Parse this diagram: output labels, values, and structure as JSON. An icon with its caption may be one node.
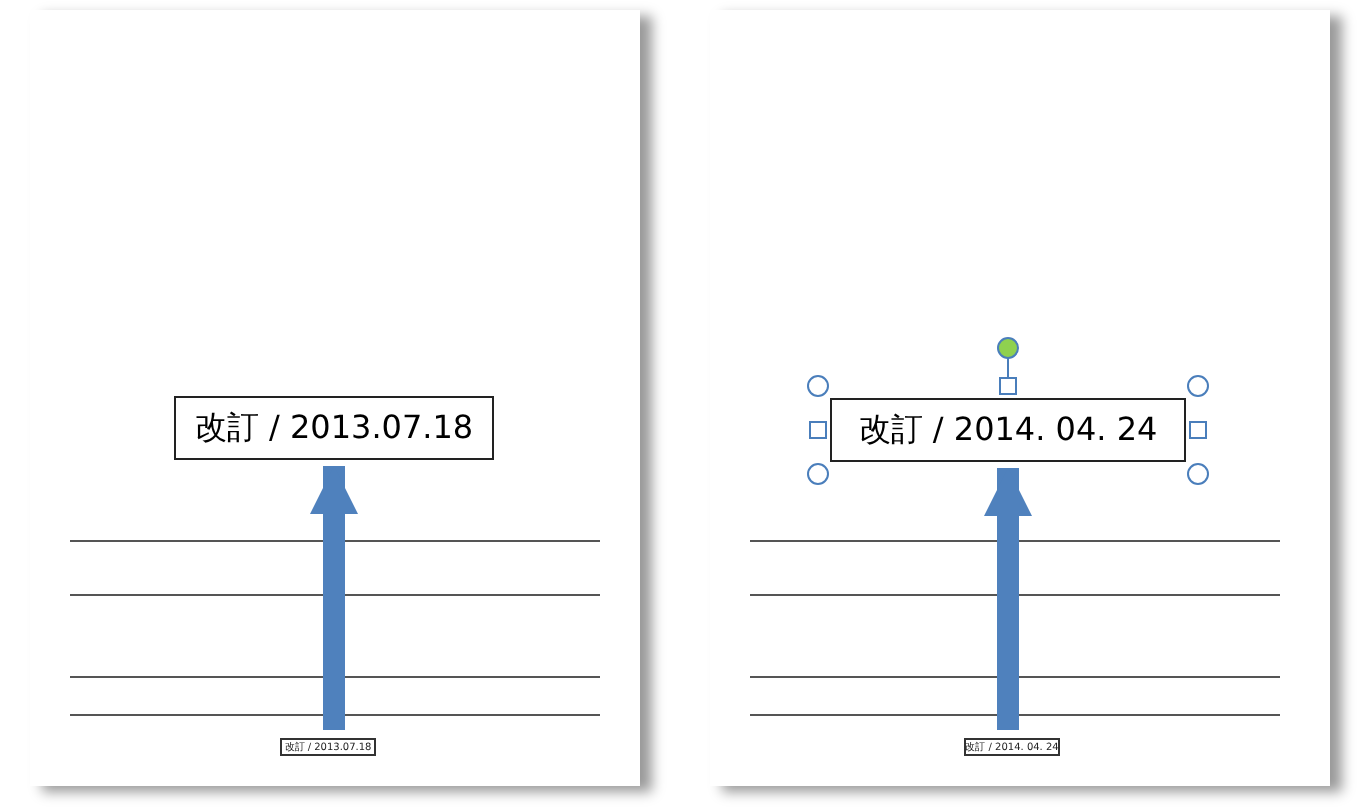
{
  "diagram": {
    "nodes": [
      {
        "text": [],
        "shape": "picture"
      },
      {
        "text": [
          "改訂 / 2013.07.18"
        ],
        "in": 0
      },
      {
        "text": [
          "改訂 / 2013.07.18"
        ],
        "in": 0
      },
      {
        "text": [],
        "shape": "picture"
      },
      {
        "text": [
          "改訂 / 2014. 04. 24"
        ],
        "in": 3
      },
      {
        "text": [
          "改訂 / 2014. 04. 24"
        ],
        "in": 3
      }
    ],
    "edges": [
      {
        "from": 2,
        "to": 1,
        "arrow": "to",
        "color": "#4f81bd"
      },
      {
        "from": 5,
        "to": 4,
        "arrow": "to",
        "color": "#4f81bd"
      }
    ]
  }
}
